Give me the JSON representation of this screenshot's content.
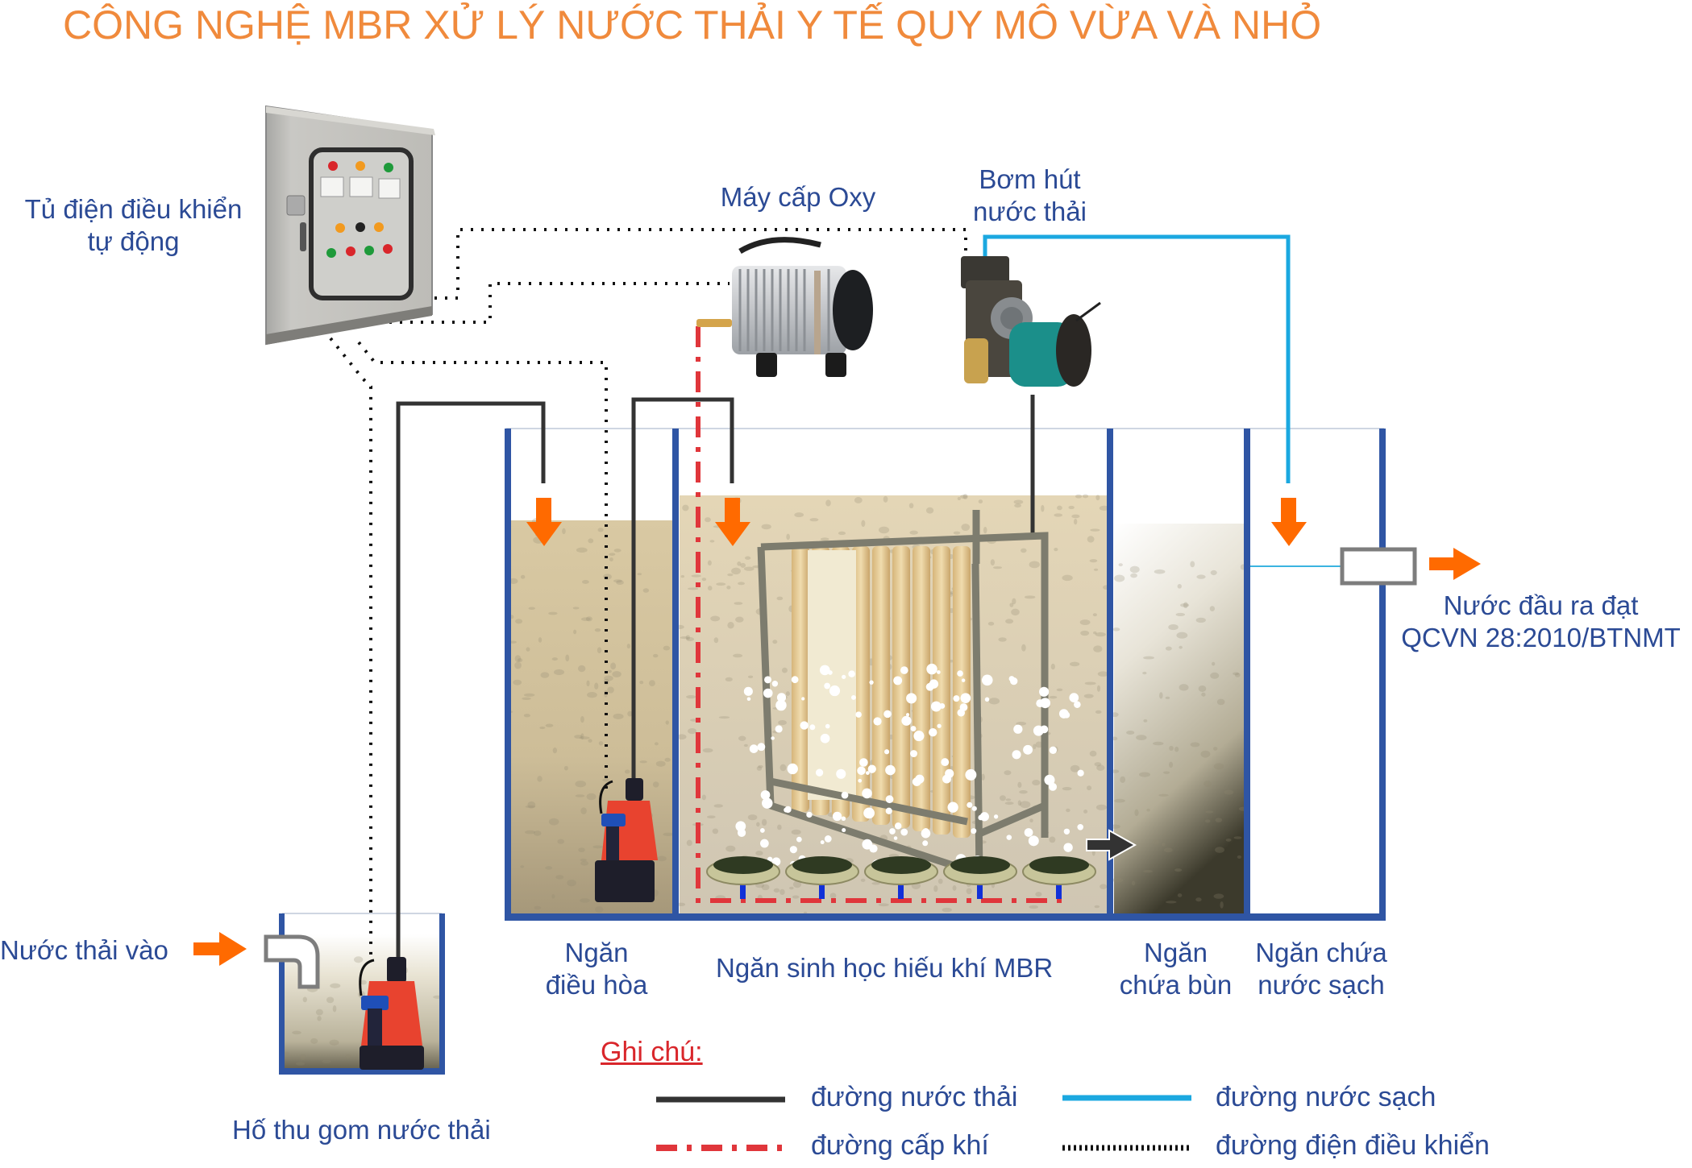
{
  "title": "CÔNG NGHỆ  MBR  XỬ LÝ NƯỚC THẢI Y TẾ QUY MÔ VỪA VÀ NHỎ",
  "colors": {
    "title": "#f08a3c",
    "label_text": "#2b4a95",
    "tank_wall": "#2f55a4",
    "wastewater_line": "#333333",
    "clean_water_line": "#1ba8e0",
    "air_line": "#e0363b",
    "control_line": "#111111",
    "flow_arrow": "#ff6a00",
    "legend_title": "#d9262b"
  },
  "equipment": {
    "control_panel": {
      "label_line1": "Tủ điện điều khiển",
      "label_line2": "tự động"
    },
    "air_blower": {
      "label": "Máy cấp Oxy"
    },
    "suction_pump": {
      "label_line1": "Bơm hút",
      "label_line2": "nước thải"
    }
  },
  "inflow": {
    "label": "Nước thải vào"
  },
  "outflow": {
    "label_line1": "Nước đầu ra đạt",
    "label_line2": "QCVN 28:2010/BTNMT"
  },
  "tanks": {
    "collection_pit": {
      "label": "Hố thu gom nước thải"
    },
    "equalization": {
      "label_line1": "Ngăn",
      "label_line2": "điều hòa"
    },
    "mbr": {
      "label": "Ngăn sinh học hiếu khí MBR"
    },
    "sludge": {
      "label_line1": "Ngăn",
      "label_line2": "chứa bùn"
    },
    "clean_water": {
      "label_line1": "Ngăn chứa",
      "label_line2": "nước sạch"
    }
  },
  "legend": {
    "title": "Ghi chú:",
    "items": [
      {
        "key": "wastewater",
        "label": "đường nước thải"
      },
      {
        "key": "clean_water",
        "label": "đường nước sạch"
      },
      {
        "key": "air",
        "label": "đường cấp khí"
      },
      {
        "key": "control",
        "label": "đường điện điều khiển"
      }
    ]
  },
  "diffuser_count": 5,
  "membrane_sheet_count": 9
}
